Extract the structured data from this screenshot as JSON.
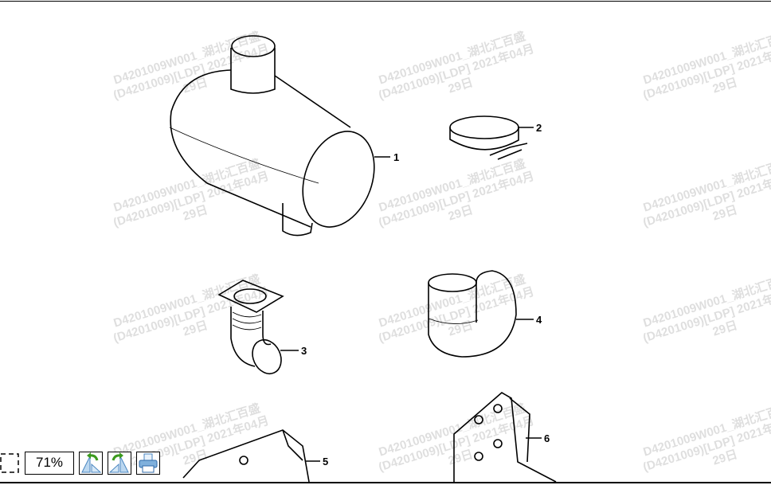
{
  "watermark": {
    "line1": "D4201009W001_湖北汇百盛",
    "line2": "(D4201009)[LDP] 2021年04月",
    "line3": "29日"
  },
  "callouts": [
    "1",
    "2",
    "3",
    "4",
    "5",
    "6"
  ],
  "toolbar": {
    "zoom_level": "71%",
    "buttons": [
      "fit-page",
      "rotate-left",
      "rotate-right",
      "print"
    ]
  }
}
